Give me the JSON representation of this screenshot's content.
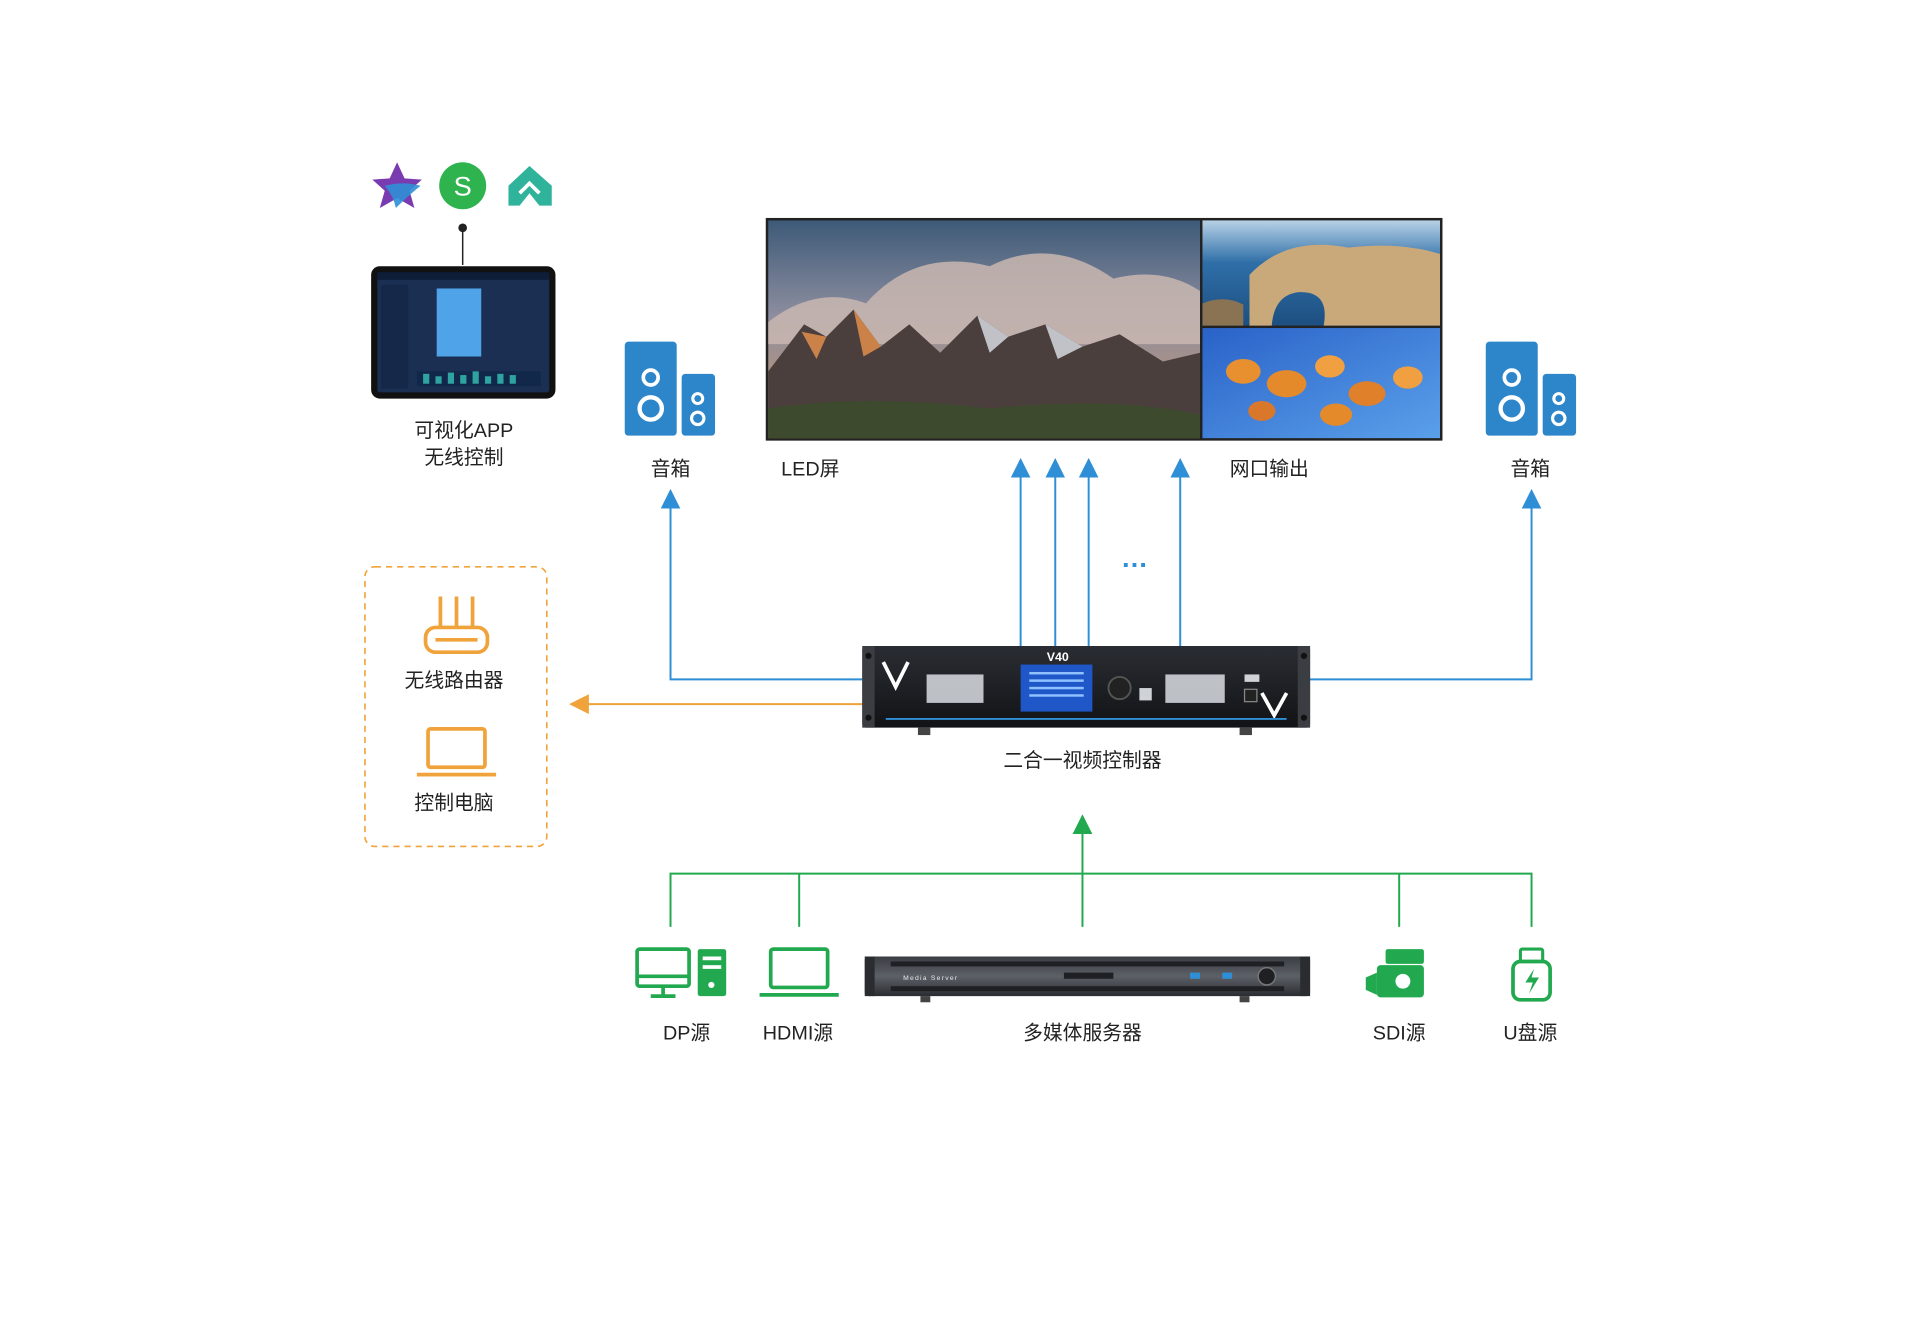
{
  "colors": {
    "blue": "#2f8fd6",
    "blue_icon": "#2d86c9",
    "green": "#22a94f",
    "orange": "#f0a33a",
    "label": "#222222"
  },
  "labels": {
    "app": [
      "可视化APP",
      "无线控制"
    ],
    "speaker_left": "音箱",
    "speaker_right": "音箱",
    "led_screen": "LED屏",
    "network_output": "网口输出",
    "ellipsis": "…",
    "router": "无线路由器",
    "pc": "控制电脑",
    "controller": "二合一视频控制器",
    "controller_model": "V40",
    "dp_source": "DP源",
    "hdmi_source": "HDMI源",
    "media_server": "多媒体服务器",
    "media_server_panel": "Media Server",
    "sdi_source": "SDI源",
    "usb_source": "U盘源"
  },
  "icons": [
    "star-app-icon",
    "s-app-icon",
    "house-app-icon",
    "speaker-icon",
    "router-icon",
    "laptop-icon",
    "desktop-pc-icon",
    "camera-icon",
    "usb-drive-icon"
  ]
}
